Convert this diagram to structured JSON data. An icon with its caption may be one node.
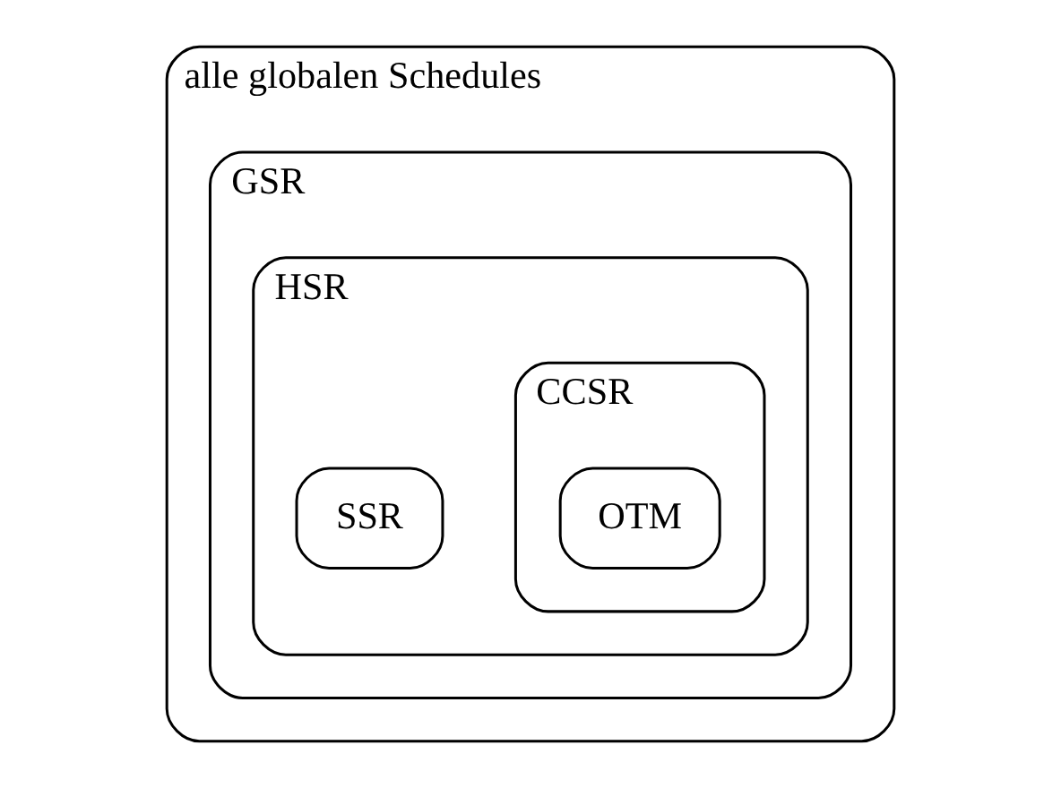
{
  "diagram": {
    "nodes": [
      {
        "text": [
          "alle globalen Schedules"
        ]
      },
      {
        "text": [
          "GSR"
        ],
        "in": 0
      },
      {
        "text": [
          "HSR"
        ],
        "in": 1
      },
      {
        "text": [
          "CCSR"
        ],
        "in": 2
      },
      {
        "text": [
          "OTM"
        ],
        "in": 3
      },
      {
        "text": [
          "SSR"
        ],
        "in": 2
      }
    ]
  }
}
